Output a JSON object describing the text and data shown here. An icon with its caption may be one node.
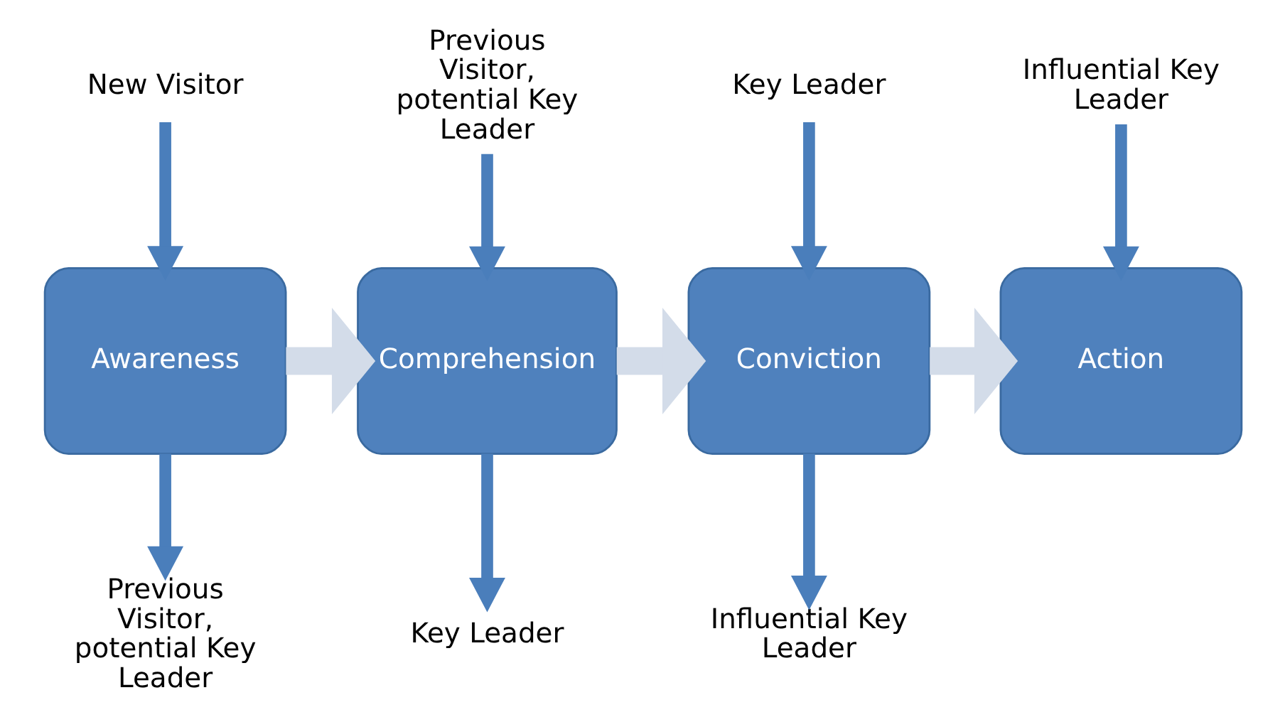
{
  "diagram": {
    "nodes": [
      {
        "text": [
          "New Visitor"
        ]
      },
      {
        "text": [
          "Previous Visitor, potential Key Leader"
        ]
      },
      {
        "text": [
          "Key Leader"
        ]
      },
      {
        "text": [
          "Influential Key Leader"
        ]
      },
      {
        "text": [
          "Awareness"
        ]
      },
      {
        "text": [
          "Comprehension"
        ]
      },
      {
        "text": [
          "Conviction"
        ]
      },
      {
        "text": [
          "Action"
        ]
      },
      {
        "text": [
          "Previous Visitor, potential Key Leader"
        ]
      },
      {
        "text": [
          "Key Leader"
        ]
      },
      {
        "text": [
          "Influential Key Leader"
        ]
      }
    ],
    "edges": [
      {
        "from": 0,
        "to": 4,
        "arrow": "to"
      },
      {
        "from": 1,
        "to": 5,
        "arrow": "to"
      },
      {
        "from": 2,
        "to": 6,
        "arrow": "to"
      },
      {
        "from": 3,
        "to": 7,
        "arrow": "to"
      },
      {
        "from": 4,
        "to": 8,
        "arrow": "to"
      },
      {
        "from": 5,
        "to": 9,
        "arrow": "to"
      },
      {
        "from": 6,
        "to": 10,
        "arrow": "to"
      },
      {
        "from": 4,
        "to": 5,
        "arrow": "to",
        "style": "thick",
        "color": "#d3dce9"
      },
      {
        "from": 5,
        "to": 6,
        "arrow": "to",
        "style": "thick",
        "color": "#d3dce9"
      },
      {
        "from": 6,
        "to": 7,
        "arrow": "to",
        "style": "thick",
        "color": "#d3dce9"
      }
    ]
  }
}
